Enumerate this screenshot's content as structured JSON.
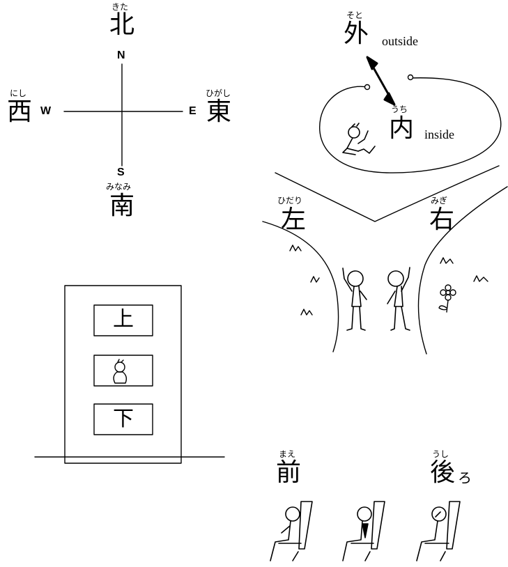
{
  "compass": {
    "north": {
      "kanji": "北",
      "reading": "きた",
      "letter": "N"
    },
    "south": {
      "kanji": "南",
      "reading": "みなみ",
      "letter": "S"
    },
    "west": {
      "kanji": "西",
      "reading": "にし",
      "letter": "W"
    },
    "east": {
      "kanji": "東",
      "reading": "ひがし",
      "letter": "E"
    }
  },
  "inside_outside": {
    "outside": {
      "kanji": "外",
      "reading": "そと",
      "english": "outside"
    },
    "inside": {
      "kanji": "内",
      "reading": "うち",
      "english": "inside"
    }
  },
  "left_right": {
    "left": {
      "kanji": "左",
      "reading": "ひだり"
    },
    "right": {
      "kanji": "右",
      "reading": "みぎ"
    }
  },
  "up_down": {
    "up": {
      "kanji": "上"
    },
    "down": {
      "kanji": "下"
    }
  },
  "front_back": {
    "front": {
      "kanji": "前",
      "reading": "まえ"
    },
    "back": {
      "kanji": "後",
      "reading": "うし",
      "okurigana": "ろ"
    }
  }
}
